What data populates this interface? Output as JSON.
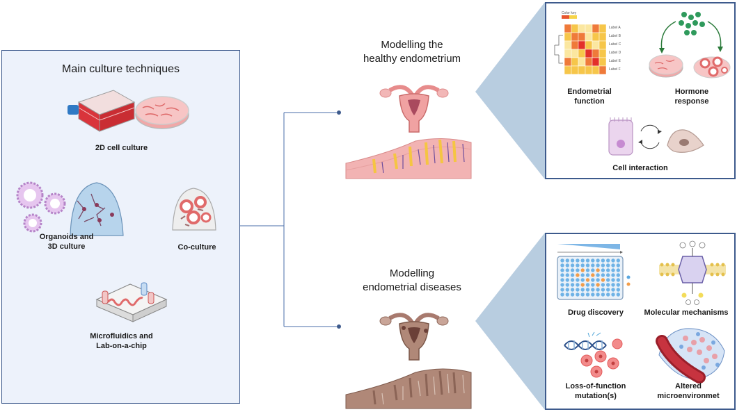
{
  "left_panel": {
    "title": "Main culture techniques",
    "items": [
      {
        "label": "2D cell culture"
      },
      {
        "label_line1": "Organoids and",
        "label_line2": "3D culture"
      },
      {
        "label": "Co-culture"
      },
      {
        "label_line1": "Microfluidics and",
        "label_line2": "Lab-on-a-chip"
      }
    ]
  },
  "middle": {
    "healthy_line1": "Modelling the",
    "healthy_line2": "healthy endometrium",
    "disease_line1": "Modelling",
    "disease_line2": "endometrial diseases"
  },
  "right_top": {
    "endometrial_line1": "Endometrial",
    "endometrial_line2": "function",
    "hormone_line1": "Hormone",
    "hormone_line2": "response",
    "cell_interaction": "Cell interaction",
    "heatmap": {
      "color_key": "Color key",
      "row_labels": [
        "Label A",
        "Label B",
        "Label C",
        "Label D",
        "Label E",
        "Label F"
      ]
    }
  },
  "right_bottom": {
    "drug_discovery": "Drug discovery",
    "molecular": "Molecular mechanisms",
    "loss_line1": "Loss-of-function",
    "loss_line2": "mutation(s)",
    "altered_line1": "Altered",
    "altered_line2": "microenvironmet"
  },
  "colors": {
    "panel_border": "#3d5a8c",
    "panel_fill": "#edf2fb",
    "connector": "#4a6ea8",
    "callout": "#b8cde0",
    "tissue": "#f2b3b3",
    "diseased_tissue": "#b08878"
  }
}
